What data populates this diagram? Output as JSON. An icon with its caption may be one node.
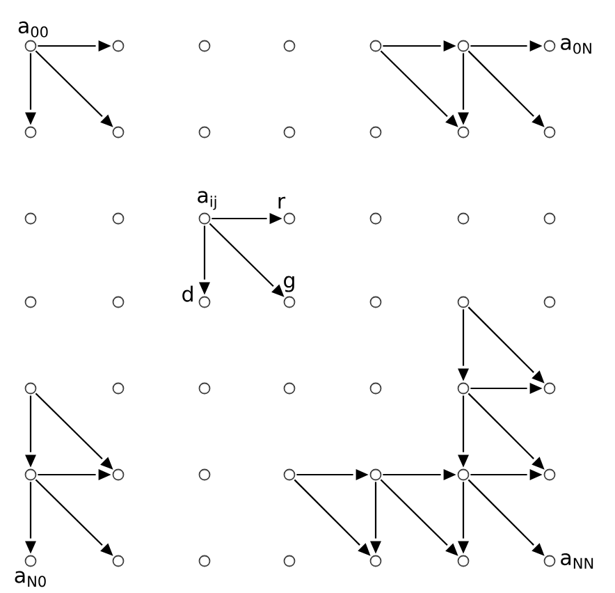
{
  "diagram": {
    "nodes": [
      {
        "text": [],
        "shape": "circle",
        "beside": [
          "a$_{00}$"
        ]
      },
      {
        "text": [],
        "shape": "circle"
      },
      {
        "text": [],
        "shape": "circle"
      },
      {
        "text": [],
        "shape": "circle"
      },
      {
        "text": [],
        "shape": "circle"
      },
      {
        "text": [],
        "shape": "circle"
      },
      {
        "text": [],
        "shape": "circle",
        "beside": [
          "a$_{0N}$"
        ]
      },
      {
        "text": [],
        "shape": "circle"
      },
      {
        "text": [],
        "shape": "circle"
      },
      {
        "text": [],
        "shape": "circle"
      },
      {
        "text": [],
        "shape": "circle"
      },
      {
        "text": [],
        "shape": "circle"
      },
      {
        "text": [],
        "shape": "circle"
      },
      {
        "text": [],
        "shape": "circle"
      },
      {
        "text": [],
        "shape": "circle"
      },
      {
        "text": [],
        "shape": "circle"
      },
      {
        "text": [],
        "shape": "circle",
        "beside": [
          "a$_{ij}$"
        ]
      },
      {
        "text": [],
        "shape": "circle"
      },
      {
        "text": [],
        "shape": "circle"
      },
      {
        "text": [],
        "shape": "circle"
      },
      {
        "text": [],
        "shape": "circle"
      },
      {
        "text": [],
        "shape": "circle"
      },
      {
        "text": [],
        "shape": "circle"
      },
      {
        "text": [],
        "shape": "circle"
      },
      {
        "text": [],
        "shape": "circle"
      },
      {
        "text": [],
        "shape": "circle"
      },
      {
        "text": [],
        "shape": "circle"
      },
      {
        "text": [],
        "shape": "circle"
      },
      {
        "text": [],
        "shape": "circle"
      },
      {
        "text": [],
        "shape": "circle"
      },
      {
        "text": [],
        "shape": "circle"
      },
      {
        "text": [],
        "shape": "circle"
      },
      {
        "text": [],
        "shape": "circle"
      },
      {
        "text": [],
        "shape": "circle"
      },
      {
        "text": [],
        "shape": "circle"
      },
      {
        "text": [],
        "shape": "circle"
      },
      {
        "text": [],
        "shape": "circle"
      },
      {
        "text": [],
        "shape": "circle"
      },
      {
        "text": [],
        "shape": "circle"
      },
      {
        "text": [],
        "shape": "circle"
      },
      {
        "text": [],
        "shape": "circle"
      },
      {
        "text": [],
        "shape": "circle"
      },
      {
        "text": [],
        "shape": "circle",
        "beside": [
          "a$_{N0}$"
        ]
      },
      {
        "text": [],
        "shape": "circle"
      },
      {
        "text": [],
        "shape": "circle"
      },
      {
        "text": [],
        "shape": "circle"
      },
      {
        "text": [],
        "shape": "circle"
      },
      {
        "text": [],
        "shape": "circle"
      },
      {
        "text": [],
        "shape": "circle",
        "beside": [
          "a$_{NN}$"
        ]
      }
    ],
    "edges": [
      {
        "from": 0,
        "to": 1,
        "arrow": "to"
      },
      {
        "from": 0,
        "to": 7,
        "arrow": "to"
      },
      {
        "from": 0,
        "to": 8,
        "arrow": "to"
      },
      {
        "from": 4,
        "to": 5,
        "arrow": "to"
      },
      {
        "from": 5,
        "to": 6,
        "arrow": "to"
      },
      {
        "from": 4,
        "to": 12,
        "arrow": "to"
      },
      {
        "from": 5,
        "to": 12,
        "arrow": "to"
      },
      {
        "from": 5,
        "to": 13,
        "arrow": "to"
      },
      {
        "from": 16,
        "to": 17,
        "arrow": "to",
        "label": "r"
      },
      {
        "from": 16,
        "to": 23,
        "arrow": "to",
        "label": "d"
      },
      {
        "from": 16,
        "to": 24,
        "arrow": "to",
        "label": "g"
      },
      {
        "from": 26,
        "to": 33,
        "arrow": "to"
      },
      {
        "from": 26,
        "to": 34,
        "arrow": "to"
      },
      {
        "from": 33,
        "to": 34,
        "arrow": "to"
      },
      {
        "from": 33,
        "to": 40,
        "arrow": "to"
      },
      {
        "from": 33,
        "to": 41,
        "arrow": "to"
      },
      {
        "from": 40,
        "to": 41,
        "arrow": "to"
      },
      {
        "from": 40,
        "to": 47,
        "arrow": "to"
      },
      {
        "from": 40,
        "to": 48,
        "arrow": "to"
      },
      {
        "from": 38,
        "to": 39,
        "arrow": "to"
      },
      {
        "from": 39,
        "to": 40,
        "arrow": "to"
      },
      {
        "from": 38,
        "to": 46,
        "arrow": "to"
      },
      {
        "from": 39,
        "to": 46,
        "arrow": "to"
      },
      {
        "from": 39,
        "to": 47,
        "arrow": "to"
      },
      {
        "from": 28,
        "to": 35,
        "arrow": "to"
      },
      {
        "from": 28,
        "to": 36,
        "arrow": "to"
      },
      {
        "from": 35,
        "to": 36,
        "arrow": "to"
      },
      {
        "from": 35,
        "to": 42,
        "arrow": "to"
      },
      {
        "from": 35,
        "to": 43,
        "arrow": "to"
      }
    ]
  }
}
